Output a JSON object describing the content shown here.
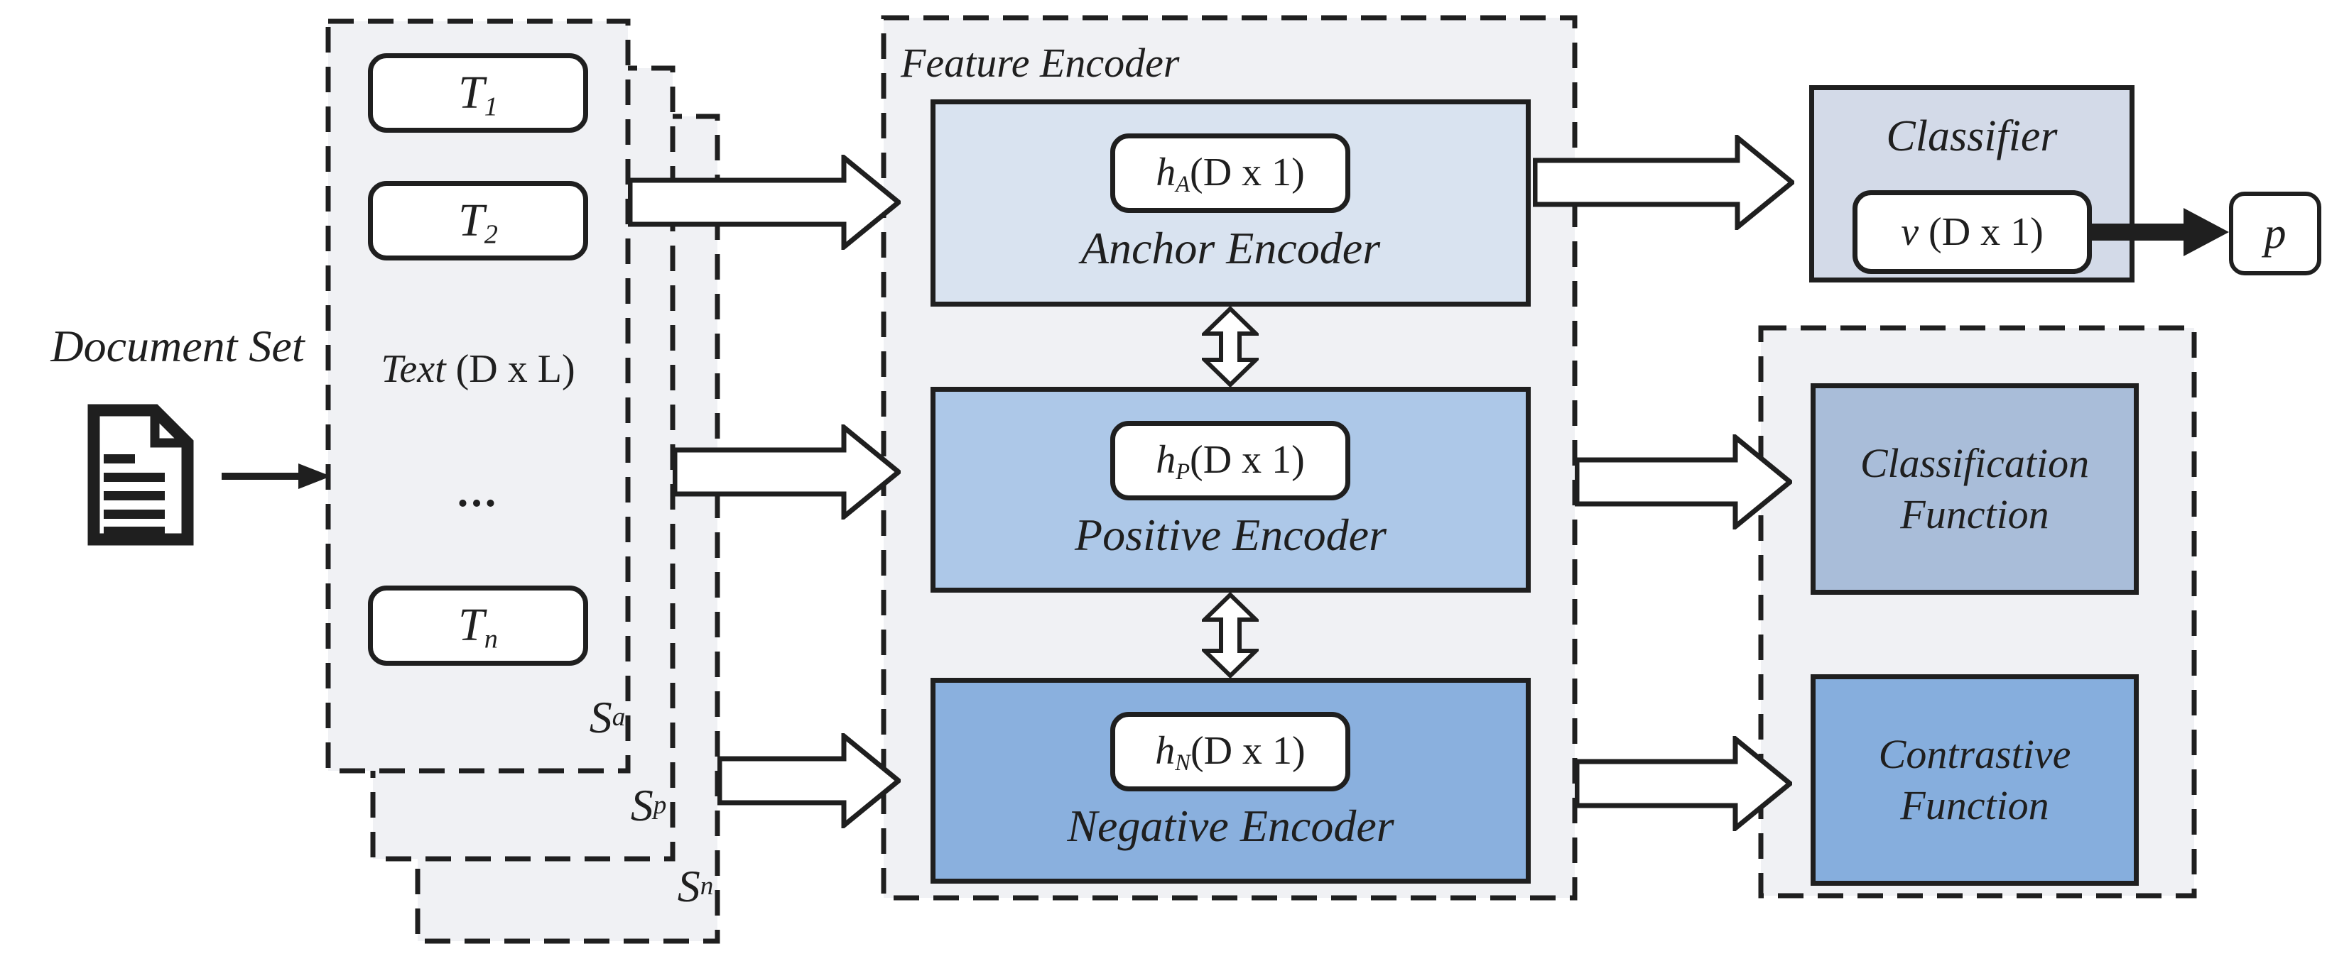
{
  "colors": {
    "page_bg": "#ffffff",
    "panel_fill": "#f0f1f4",
    "line": "#1f1f1f",
    "anchor_fill": "#d9e3f0",
    "positive_fill": "#adc8e8",
    "negative_fill": "#8ab0de",
    "classifier_fill": "#d3dae8",
    "classification_fill": "#a9bdd9",
    "contrastive_fill": "#86aedd",
    "tile_fill": "#ffffff"
  },
  "document_set": {
    "label": "Document Set"
  },
  "input_stack": {
    "text_label": "Text",
    "text_dim": "(D x L)",
    "ellipsis": "...",
    "tiles": [
      {
        "base": "T",
        "sub": "1"
      },
      {
        "base": "T",
        "sub": "2"
      }
    ],
    "tile_last": {
      "base": "T",
      "sub": "n"
    },
    "set_labels": [
      {
        "base": "S",
        "sub": "a"
      },
      {
        "base": "S",
        "sub": "p"
      },
      {
        "base": "S",
        "sub": "n"
      }
    ]
  },
  "feature_encoder": {
    "label": "Feature Encoder",
    "encoders": [
      {
        "name": "Anchor Encoder",
        "h": "h",
        "sub": "A",
        "dim": "(D x 1)"
      },
      {
        "name": "Positive Encoder",
        "h": "h",
        "sub": "P",
        "dim": "(D x 1)"
      },
      {
        "name": "Negative Encoder",
        "h": "h",
        "sub": "N",
        "dim": "(D x 1)"
      }
    ]
  },
  "classifier": {
    "label": "Classifier",
    "v": "v",
    "dim": "(D x 1)",
    "output": "p"
  },
  "objectives": [
    {
      "line1": "Classification",
      "line2": "Function"
    },
    {
      "line1": "Contrastive",
      "line2": "Function"
    }
  ]
}
